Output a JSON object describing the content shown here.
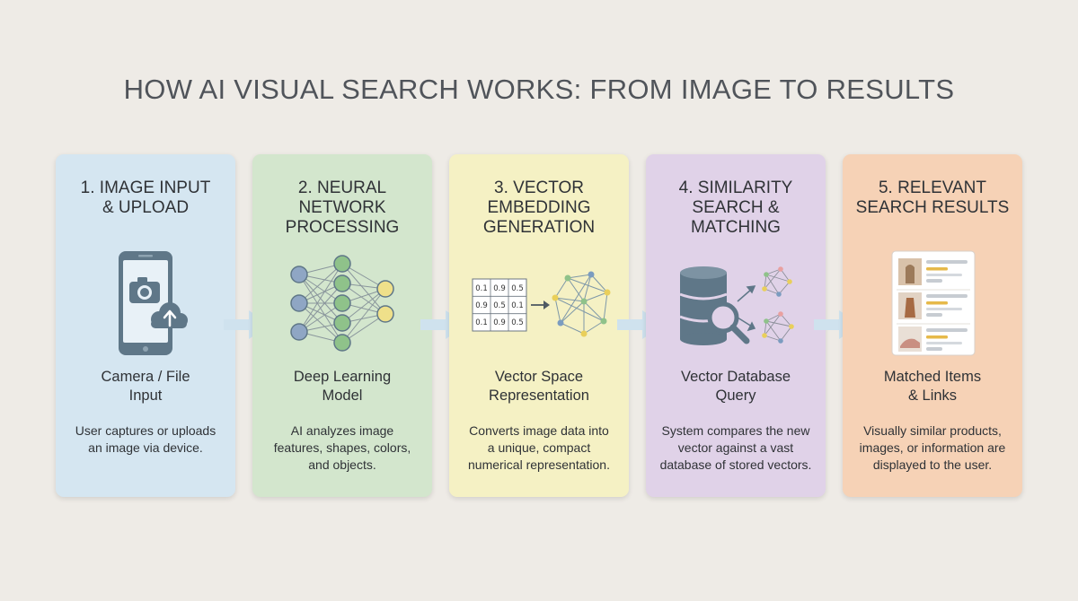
{
  "title": "HOW AI VISUAL SEARCH WORKS: FROM IMAGE TO RESULTS",
  "colors": {
    "background": "#eeebe6",
    "card_blue": "#d5e6f1",
    "card_green": "#d3e6cd",
    "card_yellow": "#f5f1c4",
    "card_purple": "#e0d2e8",
    "card_orange": "#f6d2b6",
    "arrow": "#cfe2ee",
    "icon_slate": "#5f7788"
  },
  "steps": [
    {
      "heading": "1. IMAGE INPUT\n& UPLOAD",
      "icon": "smartphone-camera-upload-icon",
      "subtitle": "Camera / File\nInput",
      "description": "User captures or uploads\nan image via device."
    },
    {
      "heading": "2. NEURAL\nNETWORK\nPROCESSING",
      "icon": "neural-network-icon",
      "subtitle": "Deep Learning\nModel",
      "description": "AI analyzes image\nfeatures, shapes, colors,\nand objects."
    },
    {
      "heading": "3. VECTOR\nEMBEDDING\nGENERATION",
      "icon": "vector-embedding-icon",
      "subtitle": "Vector Space\nRepresentation",
      "description": "Converts image data into\na unique, compact\nnumerical representation.",
      "matrix": [
        [
          "0.1",
          "0.9",
          "0.5"
        ],
        [
          "0.9",
          "0.5",
          "0.1"
        ],
        [
          "0.1",
          "0.9",
          "0.5"
        ]
      ]
    },
    {
      "heading": "4. SIMILARITY\nSEARCH &\nMATCHING",
      "icon": "database-search-icon",
      "subtitle": "Vector Database\nQuery",
      "description": "System compares the new\nvector against a vast\ndatabase of stored vectors."
    },
    {
      "heading": "5. RELEVANT\nSEARCH RESULTS",
      "icon": "results-list-icon",
      "subtitle": "Matched Items\n& Links",
      "description": "Visually similar products,\nimages, or information are\ndisplayed to the user."
    }
  ]
}
